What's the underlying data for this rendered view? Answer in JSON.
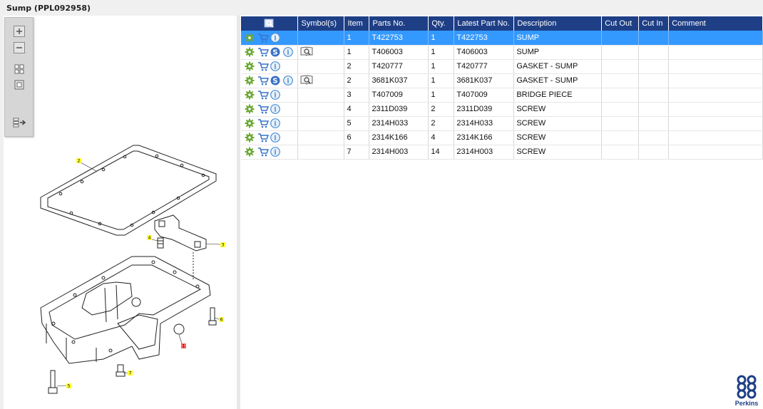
{
  "window": {
    "title": "Sump (PPL092958)"
  },
  "colors": {
    "header": "#1e3f86",
    "selection": "#3399ff",
    "cog": "#6aa832",
    "info": "#4a8ed0"
  },
  "toolbox": {
    "icons": [
      "zoom-in-icon",
      "zoom-out-icon",
      "fit-all-icon",
      "fit-window-icon",
      "export-icon"
    ]
  },
  "table": {
    "columns": [
      "Symbol(s)",
      "Item",
      "Parts No.",
      "Qty.",
      "Latest Part No.",
      "Description",
      "Cut Out",
      "Cut In",
      "Comment"
    ],
    "rows": [
      {
        "item": "1",
        "part": "T422753",
        "qty": "1",
        "latest": "T422753",
        "desc": "SUMP",
        "s": false,
        "book": false,
        "sel": true
      },
      {
        "item": "1",
        "part": "T406003",
        "qty": "1",
        "latest": "T406003",
        "desc": "SUMP",
        "s": true,
        "book": true,
        "sel": false
      },
      {
        "item": "2",
        "part": "T420777",
        "qty": "1",
        "latest": "T420777",
        "desc": "GASKET - SUMP",
        "s": false,
        "book": false,
        "sel": false
      },
      {
        "item": "2",
        "part": "3681K037",
        "qty": "1",
        "latest": "3681K037",
        "desc": "GASKET - SUMP",
        "s": true,
        "book": true,
        "sel": false
      },
      {
        "item": "3",
        "part": "T407009",
        "qty": "1",
        "latest": "T407009",
        "desc": "BRIDGE PIECE",
        "s": false,
        "book": false,
        "sel": false
      },
      {
        "item": "4",
        "part": "2311D039",
        "qty": "2",
        "latest": "2311D039",
        "desc": "SCREW",
        "s": false,
        "book": false,
        "sel": false
      },
      {
        "item": "5",
        "part": "2314H033",
        "qty": "2",
        "latest": "2314H033",
        "desc": "SCREW",
        "s": false,
        "book": false,
        "sel": false
      },
      {
        "item": "6",
        "part": "2314K166",
        "qty": "4",
        "latest": "2314K166",
        "desc": "SCREW",
        "s": false,
        "book": false,
        "sel": false
      },
      {
        "item": "7",
        "part": "2314H003",
        "qty": "14",
        "latest": "2314H003",
        "desc": "SCREW",
        "s": false,
        "book": false,
        "sel": false
      }
    ]
  },
  "drawing": {
    "callouts": [
      "2",
      "4",
      "3",
      "6",
      "1",
      "7",
      "5"
    ]
  },
  "brand": {
    "name": "Perkins"
  }
}
